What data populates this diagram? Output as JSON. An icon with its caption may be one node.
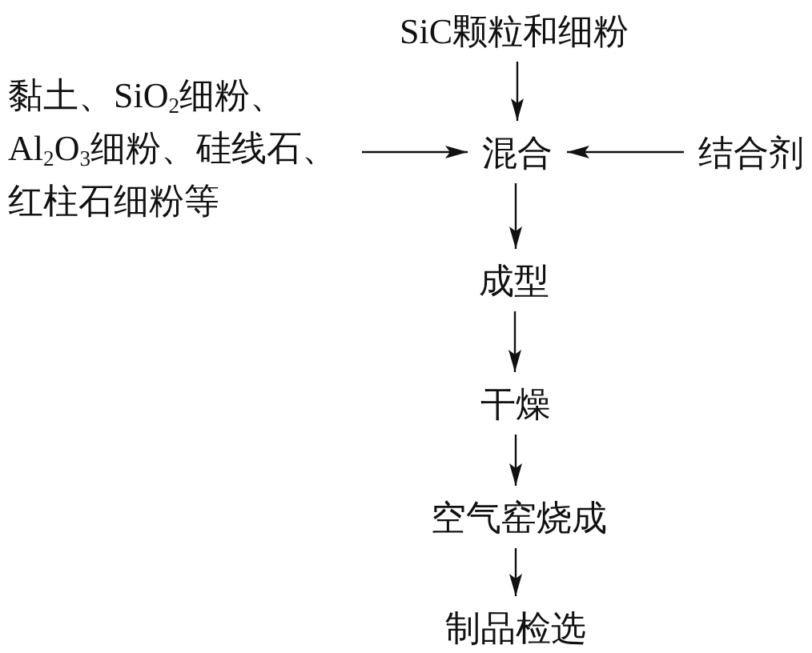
{
  "diagram": {
    "nodes": [
      {
        "text": [
          "SiC颗粒和细粉"
        ]
      },
      {
        "text": [
          "黏土、SiO$_{2}$细粉、Al$_{2}$O$_{3}$细粉、硅线石、红柱石细粉等"
        ]
      },
      {
        "text": [
          "混合"
        ]
      },
      {
        "text": [
          "结合剂"
        ]
      },
      {
        "text": [
          "成型"
        ]
      },
      {
        "text": [
          "干燥"
        ]
      },
      {
        "text": [
          "空气窑烧成"
        ]
      },
      {
        "text": [
          "制品检选"
        ]
      }
    ],
    "edges": [
      {
        "from": 0,
        "to": 2,
        "arrow": "to"
      },
      {
        "from": 1,
        "to": 2,
        "arrow": "to"
      },
      {
        "from": 3,
        "to": 2,
        "arrow": "to"
      },
      {
        "from": 2,
        "to": 4,
        "arrow": "to"
      },
      {
        "from": 4,
        "to": 5,
        "arrow": "to"
      },
      {
        "from": 5,
        "to": 6,
        "arrow": "to"
      },
      {
        "from": 6,
        "to": 7,
        "arrow": "to"
      }
    ]
  }
}
